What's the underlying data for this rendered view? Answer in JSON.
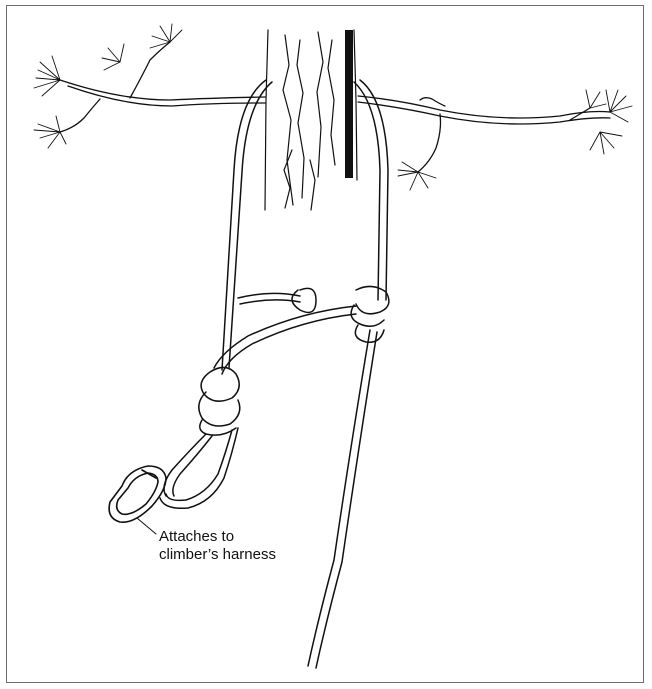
{
  "illustration": {
    "subject": "tree-climbing-rope-tie-in",
    "callout": {
      "line1": "Attaches to",
      "line2": "climber’s harness"
    }
  },
  "colors": {
    "ink": "#111111",
    "frame": "#6e6e6e",
    "background": "#ffffff"
  }
}
